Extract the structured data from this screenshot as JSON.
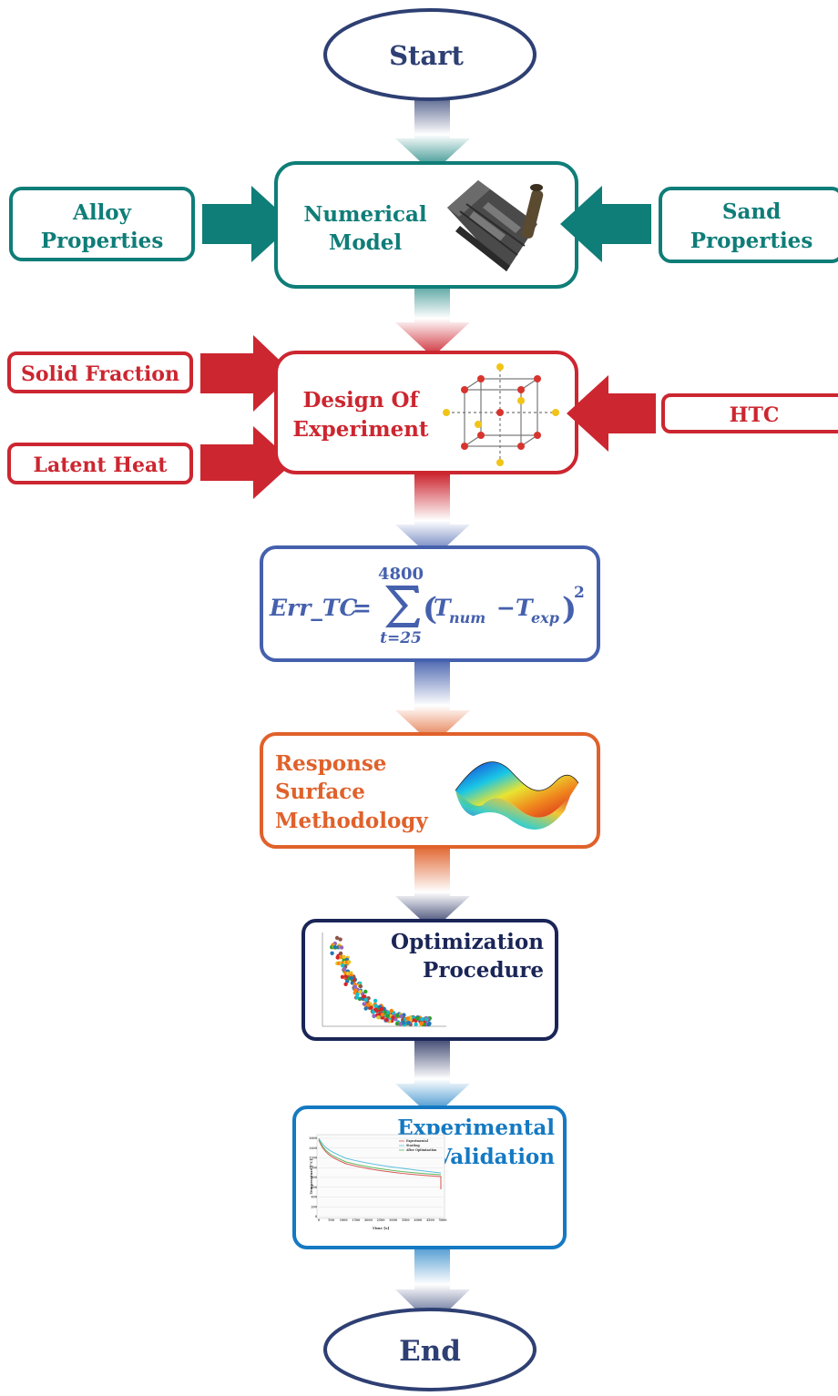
{
  "colors": {
    "navy": "#2e3f73",
    "teal": "#0f7d78",
    "red": "#cc2630",
    "slate_blue": "#4560ad",
    "orange": "#e0612b",
    "dark_navy": "#1a2557",
    "blue": "#1479c2"
  },
  "flow": {
    "start": "Start",
    "end": "End",
    "numerical_model": {
      "line1": "Numerical",
      "line2": "Model"
    },
    "alloy_properties": {
      "line1": "Alloy",
      "line2": "Properties"
    },
    "sand_properties": {
      "line1": "Sand",
      "line2": "Properties"
    },
    "design_of_experiment": {
      "line1": "Design Of",
      "line2": "Experiment"
    },
    "solid_fraction": "Solid Fraction",
    "latent_heat": "Latent Heat",
    "htc": "HTC",
    "error_formula": {
      "lhs": "Err_TC",
      "equals": "=",
      "upper_limit": "4800",
      "lower_limit": "t=25",
      "term_num": "T",
      "sub_num": "num",
      "minus": "−",
      "term_exp": "T",
      "sub_exp": "exp",
      "exponent": "2"
    },
    "response_surface": {
      "line1": "Response",
      "line2": "Surface",
      "line3": "Methodology"
    },
    "optimization": {
      "line1": "Optimization",
      "line2": "Procedure"
    },
    "validation": {
      "line1": "Experimental",
      "line2": "Validation"
    }
  },
  "validation_chart": {
    "legend": [
      "Experimental",
      "Starting",
      "After Optimization"
    ],
    "ylabel": "Temperature [°C]",
    "xlabel": "Time [s]",
    "yticks": [
      "1600",
      "1400",
      "1200",
      "1000",
      "800",
      "600",
      "400",
      "200",
      "0"
    ],
    "xticks": [
      "0",
      "500",
      "1000",
      "1500",
      "2000",
      "2500",
      "3000",
      "3500",
      "4000",
      "4500",
      "5000"
    ]
  }
}
